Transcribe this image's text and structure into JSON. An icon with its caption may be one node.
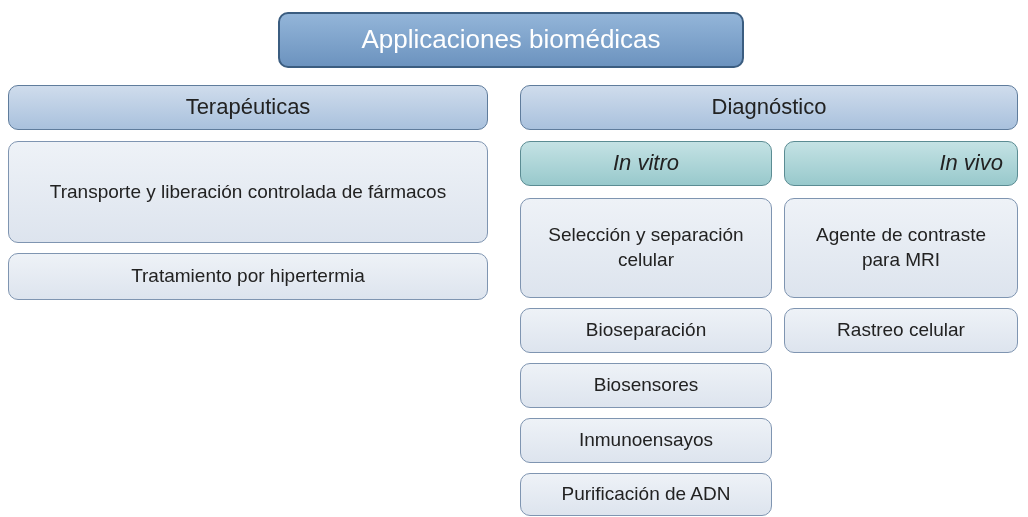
{
  "diagram": {
    "nodes": [
      {
        "text": [
          "Applicaciones biomédicas"
        ]
      },
      {
        "text": [
          "Terapéuticas"
        ]
      },
      {
        "text": [
          "Transporte y liberación controlada de fármacos"
        ]
      },
      {
        "text": [
          "Tratamiento por hipertermia"
        ]
      },
      {
        "text": [
          "Diagnóstico"
        ]
      },
      {
        "text": [
          "In vitro"
        ]
      },
      {
        "text": [
          "In vivo"
        ]
      },
      {
        "text": [
          "Selección y separación celular"
        ]
      },
      {
        "text": [
          "Bioseparación"
        ]
      },
      {
        "text": [
          "Biosensores"
        ]
      },
      {
        "text": [
          "Inmunoensayos"
        ]
      },
      {
        "text": [
          "Purificación de ADN"
        ]
      },
      {
        "text": [
          "Agente de contraste para MRI"
        ]
      },
      {
        "text": [
          "Rastreo celular"
        ]
      }
    ]
  }
}
